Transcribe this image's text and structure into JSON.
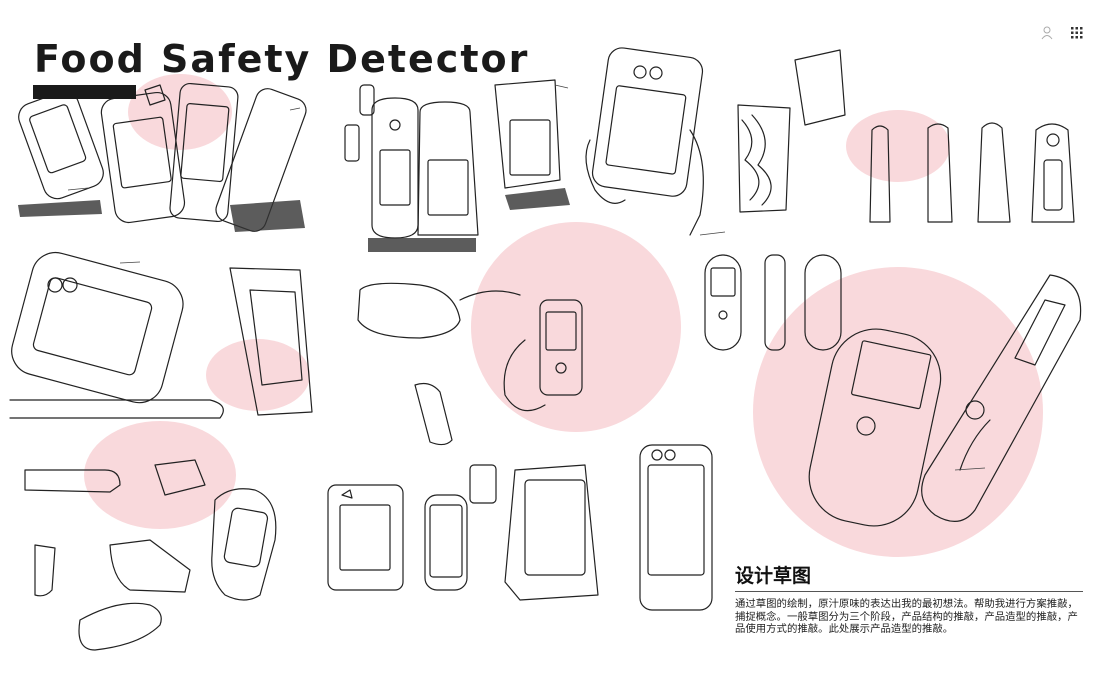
{
  "page": {
    "title": "Food Safety Detector",
    "section_heading": "设计草图",
    "description": "通过草图的绘制，原汁原味的表达出我的最初想法。帮助我进行方案推敲，捕捉概念。一般草图分为三个阶段，产品结构的推敲，产品造型的推敲，产品使用方式的推敲。此处展示产品造型的推敲。"
  },
  "toolbar": {
    "icons": [
      "person-icon",
      "grid-menu-icon"
    ]
  },
  "colors": {
    "accent_blob": "#f9d9dc",
    "ink": "#222222",
    "title": "#1a1a1a"
  }
}
